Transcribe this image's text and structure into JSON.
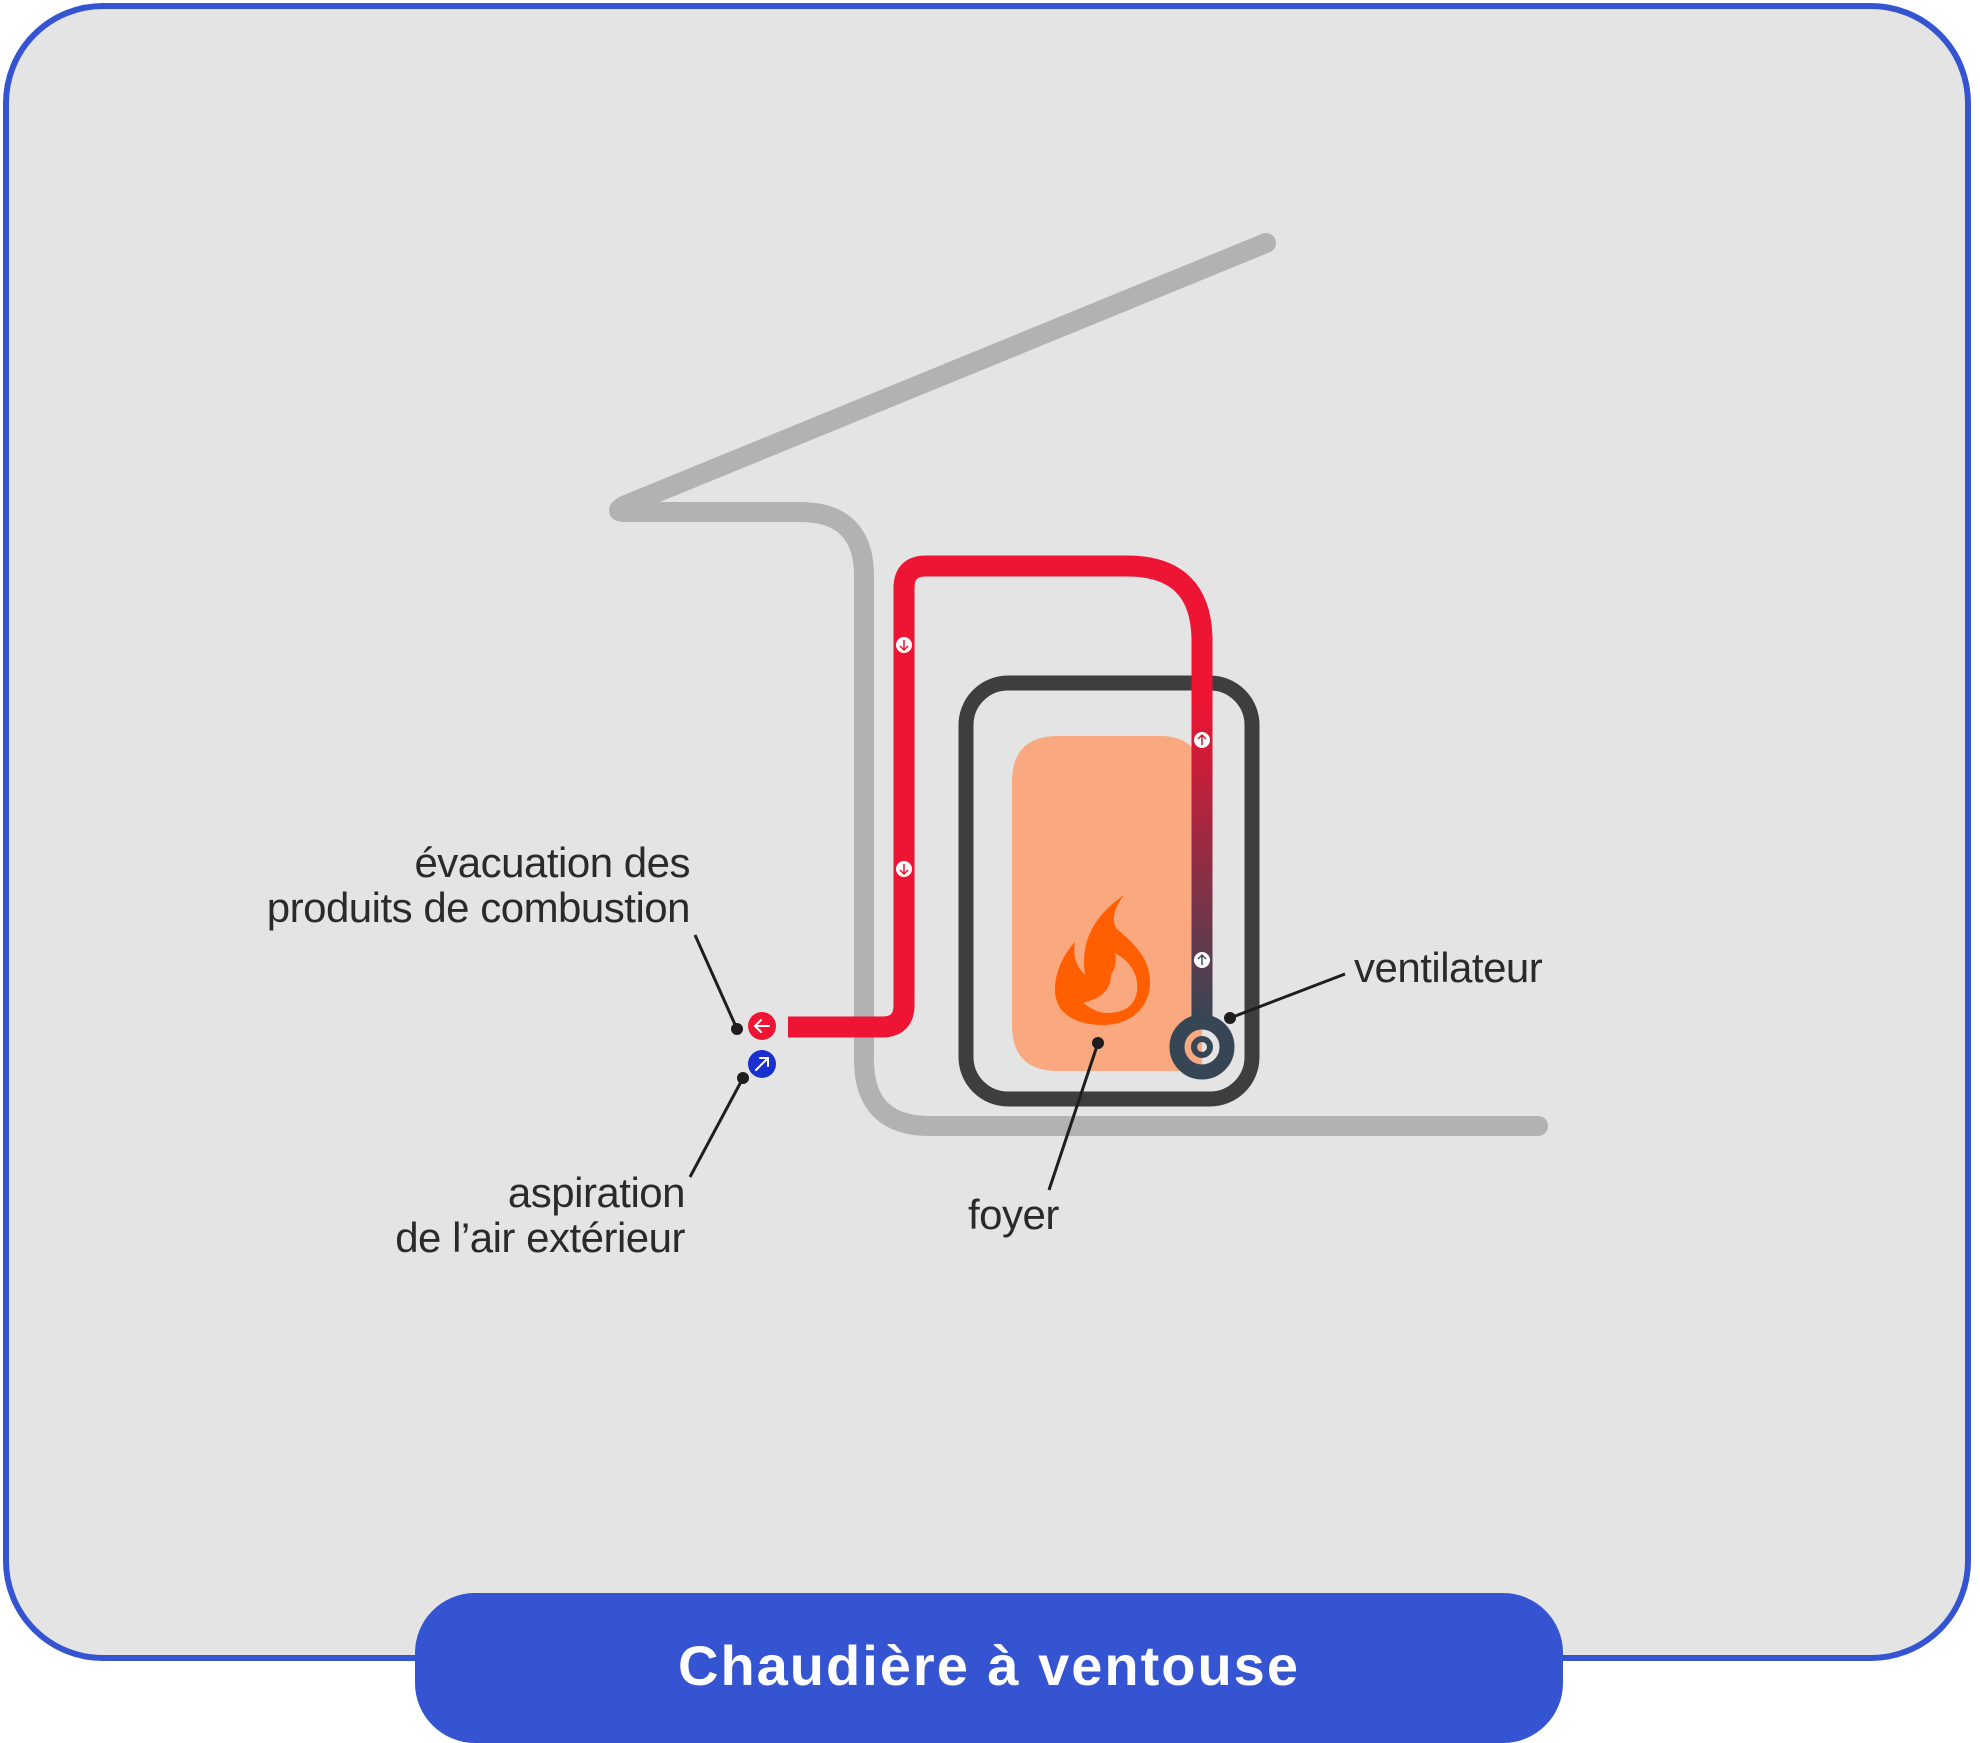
{
  "title": "Chaudière à ventouse",
  "labels": {
    "evacuation": [
      "évacuation des",
      "produits de combustion"
    ],
    "aspiration": [
      "aspiration",
      "de l’air extérieur"
    ],
    "foyer": "foyer",
    "ventilateur": "ventilateur"
  },
  "icons": {
    "exhaust_marker": "arrow-left-circle-icon",
    "intake_marker": "arrow-up-right-circle-icon",
    "flow_down": "arrow-down-icon",
    "flow_up": "arrow-up-icon",
    "flame": "flame-icon",
    "fan": "fan-icon"
  },
  "colors": {
    "frame_border": "#3554d1",
    "background": "#e4e4e4",
    "exhaust_pipe": "#ee1433",
    "intake_marker": "#1a2fd0",
    "wall": "#b2b2b2",
    "boiler_outline": "#3e3e3e",
    "combustion_chamber": "#f9a87f",
    "flame": "#ff5f00",
    "fan": "#374655"
  }
}
